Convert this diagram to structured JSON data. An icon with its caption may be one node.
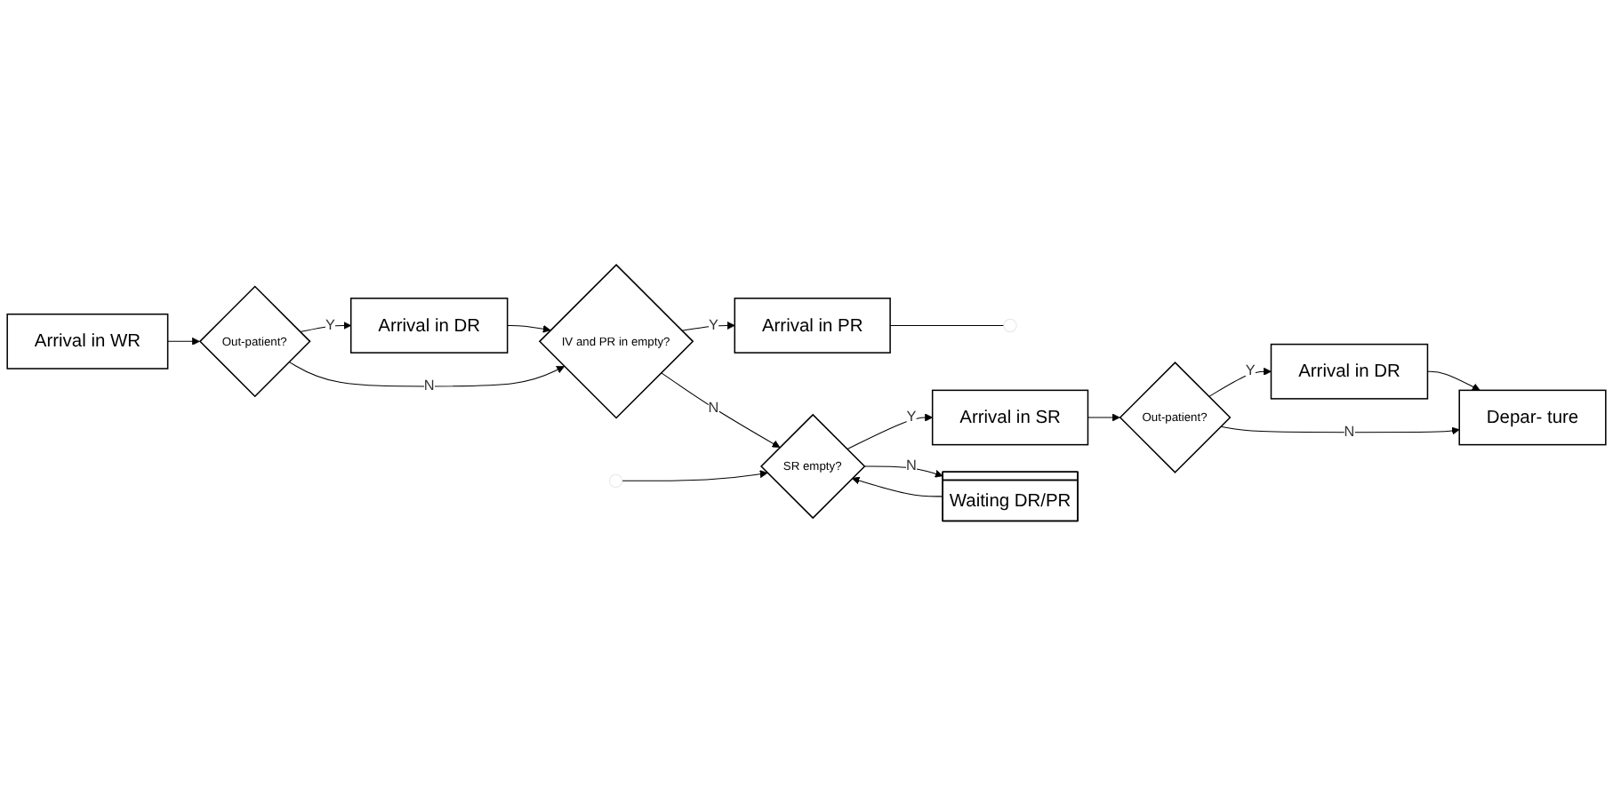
{
  "diagram": {
    "nodes": [
      {
        "text": [
          "Arrival in WR"
        ]
      },
      {
        "text": [
          "Out-patient?"
        ]
      },
      {
        "text": [
          "Arrival in DR"
        ]
      },
      {
        "text": [
          "IV and PR in empty?"
        ]
      },
      {
        "text": [
          "Arrival in PR"
        ]
      },
      {
        "text": [
          "SR empty?"
        ]
      },
      {
        "text": [
          "Arrival in SR"
        ]
      },
      {
        "text": [
          "Out-patient?"
        ]
      },
      {
        "text": [
          "Arrival in DR"
        ]
      },
      {
        "text": [
          "Waiting DR/PR"
        ]
      },
      {
        "text": [
          "Depar- ture"
        ]
      }
    ],
    "edges": [
      {
        "from": 0,
        "to": 1,
        "arrow": "to"
      },
      {
        "from": 1,
        "to": 2,
        "label": "Y",
        "arrow": "to"
      },
      {
        "from": 1,
        "to": 3,
        "label": "N",
        "arrow": "to"
      },
      {
        "from": 2,
        "to": 3,
        "arrow": "to"
      },
      {
        "from": 3,
        "to": 4,
        "label": "Y",
        "arrow": "to"
      },
      {
        "from": 4,
        "to": null,
        "arrow": "none"
      },
      {
        "from": 3,
        "to": 5,
        "label": "N",
        "arrow": "to"
      },
      {
        "from": null,
        "to": 5,
        "arrow": "to"
      },
      {
        "from": 5,
        "to": 6,
        "label": "Y",
        "arrow": "to"
      },
      {
        "from": 5,
        "to": 9,
        "label": "N",
        "arrow": "to"
      },
      {
        "from": 9,
        "to": 5,
        "arrow": "to"
      },
      {
        "from": 6,
        "to": 7,
        "arrow": "to"
      },
      {
        "from": 7,
        "to": 8,
        "label": "Y",
        "arrow": "to"
      },
      {
        "from": 7,
        "to": 10,
        "label": "N",
        "arrow": "to"
      },
      {
        "from": 8,
        "to": 10,
        "arrow": "to"
      }
    ]
  }
}
